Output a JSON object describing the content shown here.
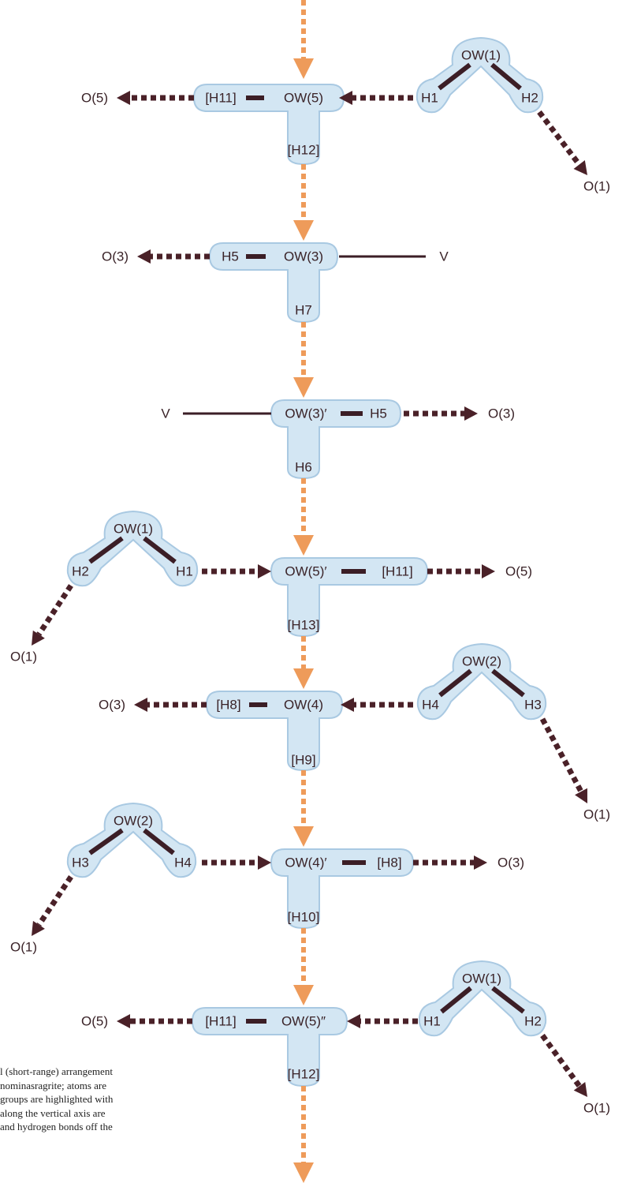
{
  "colors": {
    "blob_fill": "#d3e6f3",
    "blob_stroke": "#a9c9e2",
    "covalent_bond": "#3b1e26",
    "hbond_arrow": "#4a2128",
    "axial_hbond": "#ee9b5a",
    "atom_text": "#3a2328"
  },
  "levels": [
    {
      "center": "OW(5)",
      "left_h": "[H11]",
      "left_target": "O(5)",
      "down_h": "[H12]",
      "side_water": {
        "o": "OW(1)",
        "donor_h": "H1",
        "other_h": "H2",
        "other_target": "O(1)"
      }
    },
    {
      "center": "OW(3)",
      "left_h": "H5",
      "left_target": "O(3)",
      "down_h": "H7",
      "right_link": "V"
    },
    {
      "center": "OW(3)′",
      "right_h": "H5",
      "right_target": "O(3)",
      "down_h": "H6",
      "left_link": "V"
    },
    {
      "center": "OW(5)′",
      "right_h": "[H11]",
      "right_target": "O(5)",
      "down_h": "[H13]",
      "side_water": {
        "o": "OW(1)",
        "donor_h": "H1",
        "other_h": "H2",
        "other_target": "O(1)"
      }
    },
    {
      "center": "OW(4)",
      "left_h": "[H8]",
      "left_target": "O(3)",
      "down_h": "[H9]",
      "side_water": {
        "o": "OW(2)",
        "donor_h": "H4",
        "other_h": "H3",
        "other_target": "O(1)"
      }
    },
    {
      "center": "OW(4)′",
      "right_h": "[H8]",
      "right_target": "O(3)",
      "down_h": "[H10]",
      "side_water": {
        "o": "OW(2)",
        "donor_h": "H4",
        "other_h": "H3",
        "other_target": "O(1)"
      }
    },
    {
      "center": "OW(5)″",
      "left_h": "[H11]",
      "left_target": "O(5)",
      "down_h": "[H12]",
      "side_water": {
        "o": "OW(1)",
        "donor_h": "H1",
        "other_h": "H2",
        "other_target": "O(1)"
      }
    }
  ],
  "caption": {
    "lines": [
      "l (short-range) arrangement",
      "nominasragrite; atoms are",
      "groups are highlighted with",
      "along the vertical axis are",
      "and hydrogen bonds off the"
    ]
  }
}
